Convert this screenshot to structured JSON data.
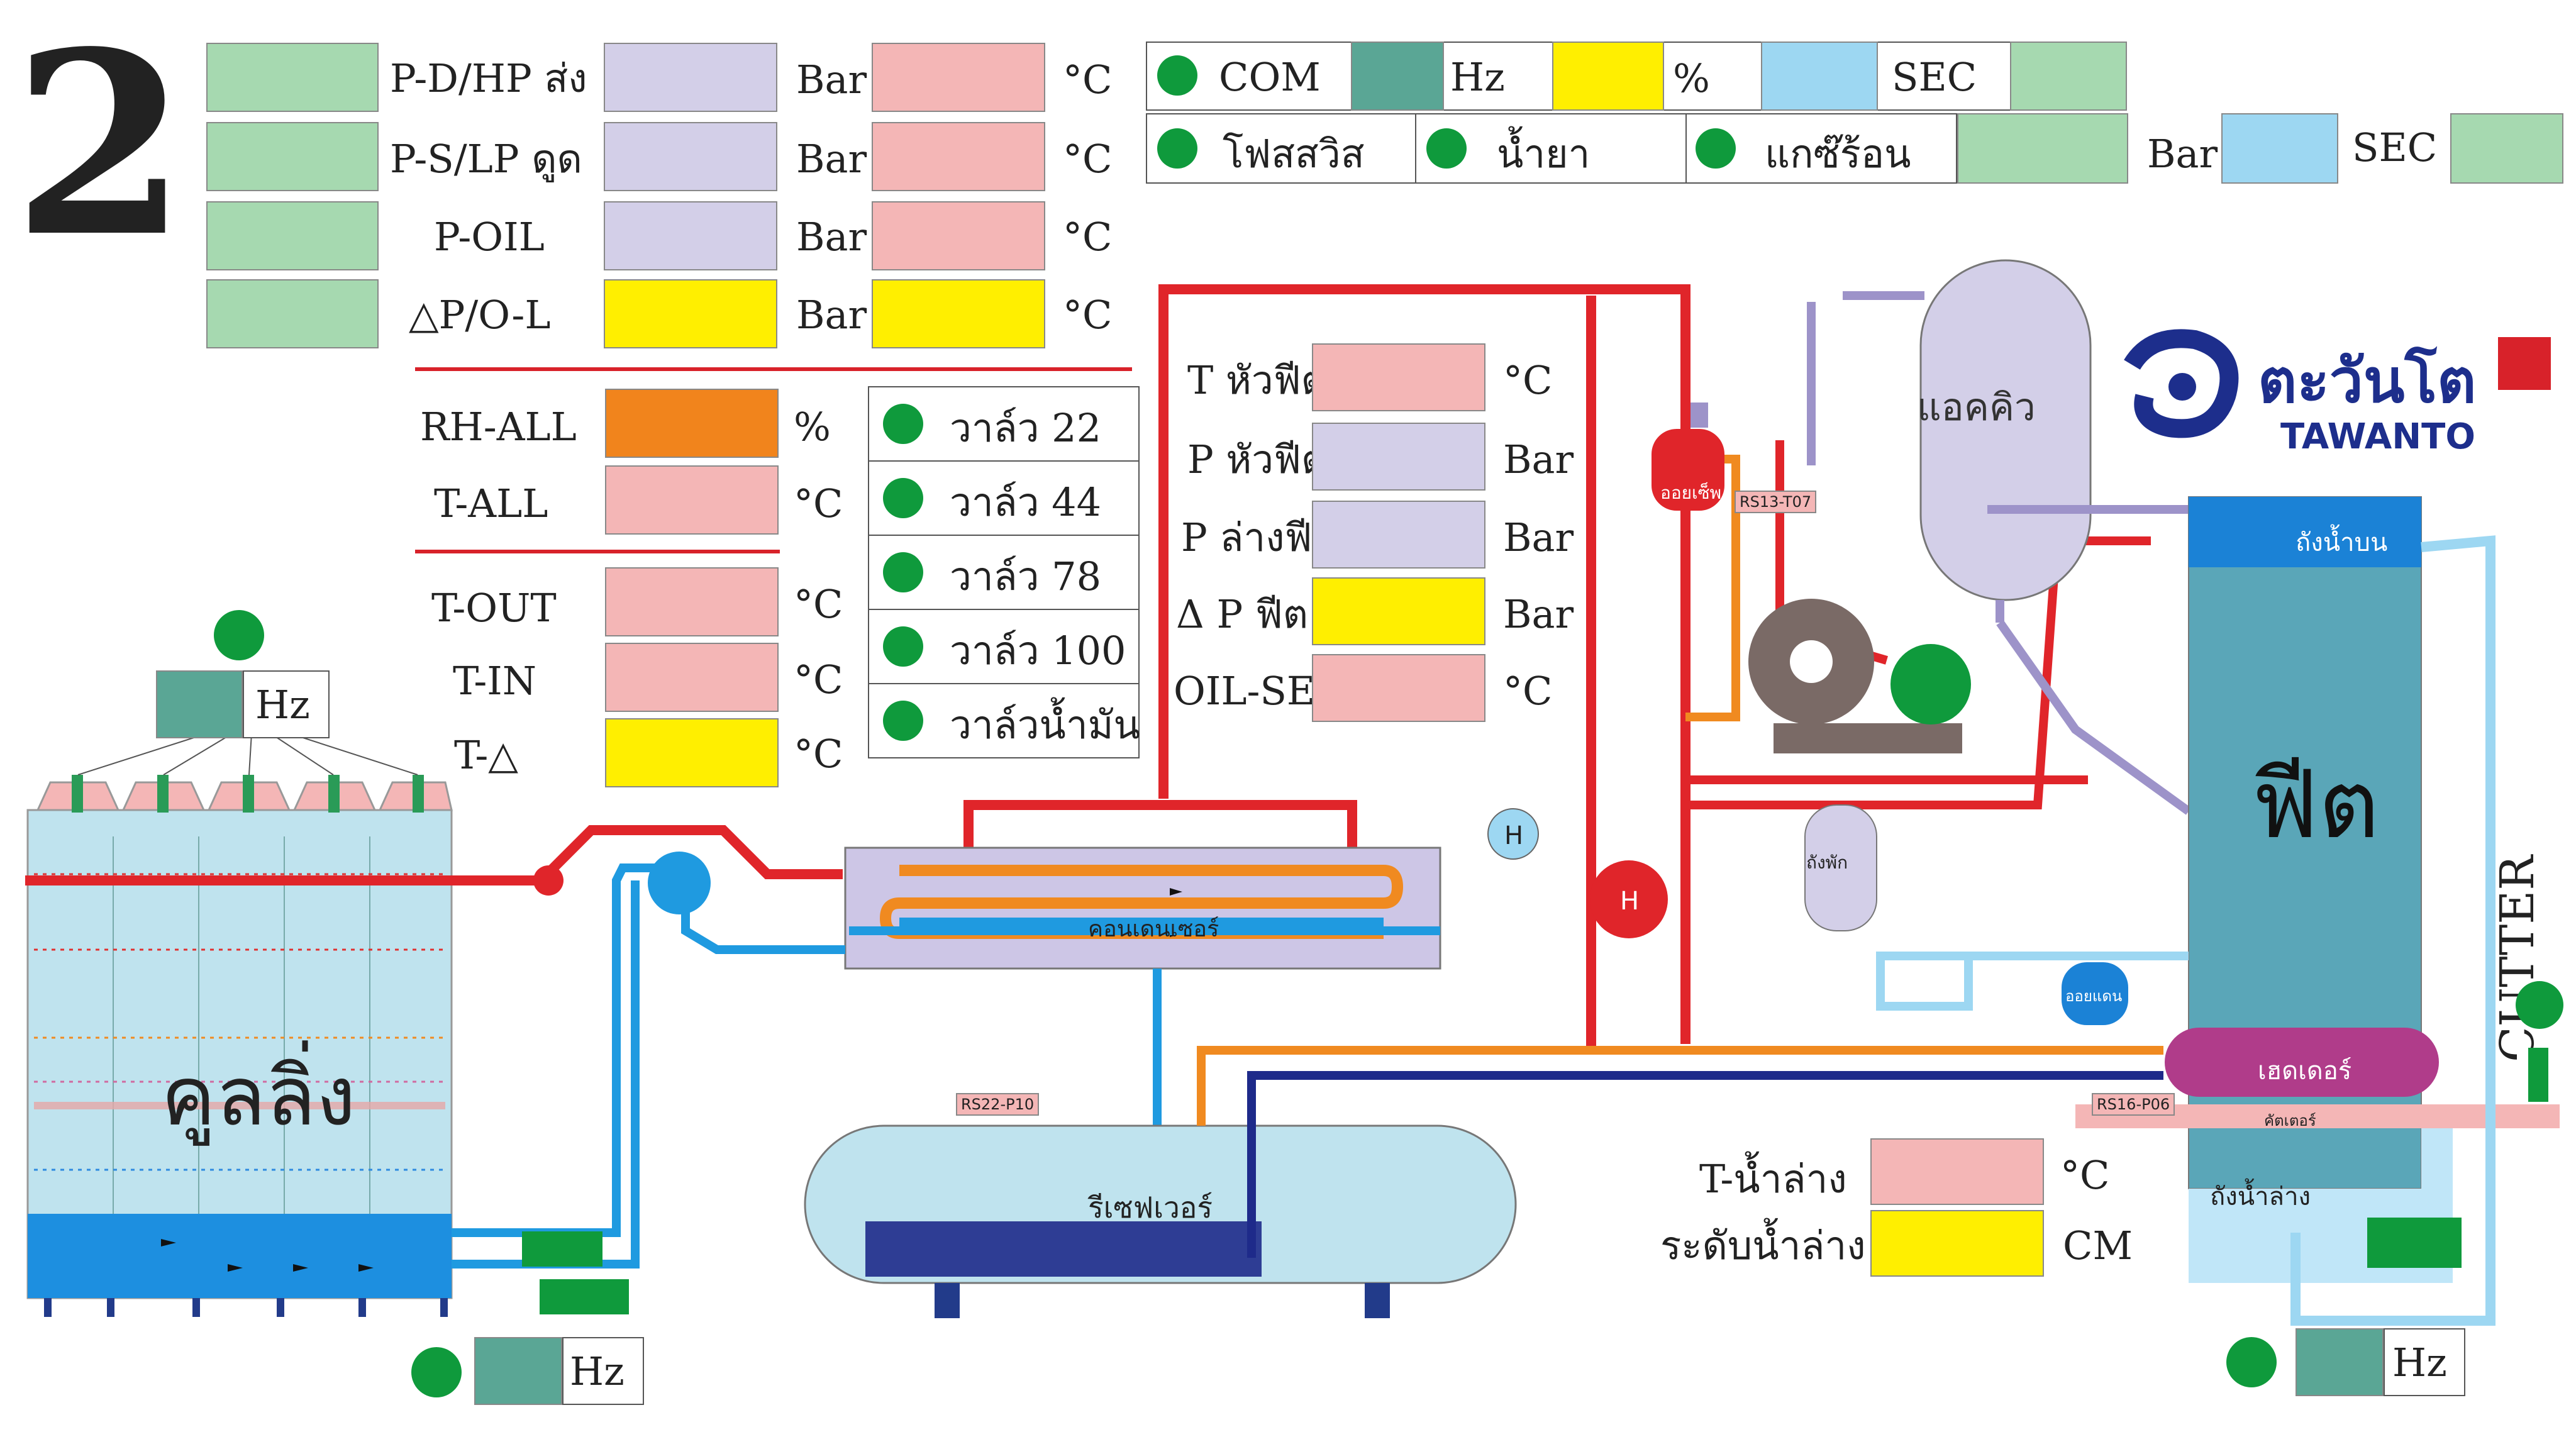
{
  "screen_number": "2",
  "logo": {
    "thai": "ตะวันโต",
    "latin": "TAWANTO"
  },
  "pressure_panel": {
    "rows": [
      {
        "label": "P-D/HP ส่ง",
        "unit1": "Bar",
        "unit2": "°C"
      },
      {
        "label": "P-S/LP ดูด",
        "unit1": "Bar",
        "unit2": "°C"
      },
      {
        "label": "P-OIL",
        "unit1": "Bar",
        "unit2": "°C"
      },
      {
        "label": "△P/O-L",
        "unit1": "Bar",
        "unit2": "°C"
      }
    ]
  },
  "ambient_panel": {
    "rows": [
      {
        "label": "RH-ALL",
        "unit": "%"
      },
      {
        "label": "T-ALL",
        "unit": "°C"
      }
    ]
  },
  "temp_panel": {
    "rows": [
      {
        "label": "T-OUT",
        "unit": "°C"
      },
      {
        "label": "T-IN",
        "unit": "°C"
      },
      {
        "label": "T-△",
        "unit": "°C"
      }
    ]
  },
  "valves": [
    "วาล์ว 22",
    "วาล์ว 44",
    "วาล์ว 78",
    "วาล์ว 100",
    "วาล์วน้ำมัน"
  ],
  "feed_panel": {
    "rows": [
      {
        "label": "T หัวฟีต",
        "unit": "°C"
      },
      {
        "label": "P หัวฟีต",
        "unit": "Bar"
      },
      {
        "label": "P ล่างฟีต",
        "unit": "Bar"
      },
      {
        "label": "Δ P ฟีต",
        "unit": "Bar"
      },
      {
        "label": "OIL-SEP",
        "unit": "°C"
      }
    ]
  },
  "status_bar": {
    "com_label": "COM",
    "hz": "Hz",
    "percent": "%",
    "sec": "SEC",
    "float_switch": "โฟสสวิส",
    "refrigerant": "น้ำยา",
    "hot_gas": "แกซ๊ร้อน",
    "bar": "Bar",
    "sec2": "SEC"
  },
  "components": {
    "cooling_tower": "คูลลิ่ง",
    "condenser": "คอนเดนเซอร์",
    "receiver": "รีเซฟเวอร์",
    "accumulator": "แอคคิว",
    "oil_separator": "ออยเซ็พ",
    "feed_tank": "ฟีต",
    "upper_tank": "ถังน้ำบน",
    "lower_tank": "ถังน้ำล่าง",
    "header": "เฮดเดอร์",
    "cutter_bar": "คัตเตอร์",
    "cutter": "CUTTER",
    "rest_tank": "ถังพัก",
    "oil_pot": "ออยแดน",
    "h_mark": "H"
  },
  "tags": {
    "oil_sep_tag": "RS13-T07",
    "receiver_tag": "RS22-P10",
    "header_tag": "RS16-P06"
  },
  "fan_hz": "Hz",
  "pump_hz": "Hz",
  "cutter_hz": "Hz",
  "bottom_panel": {
    "rows": [
      {
        "label": "T-น้ำล่าง",
        "unit": "°C"
      },
      {
        "label": "ระดับน้ำล่าง",
        "unit": "CM"
      }
    ]
  }
}
